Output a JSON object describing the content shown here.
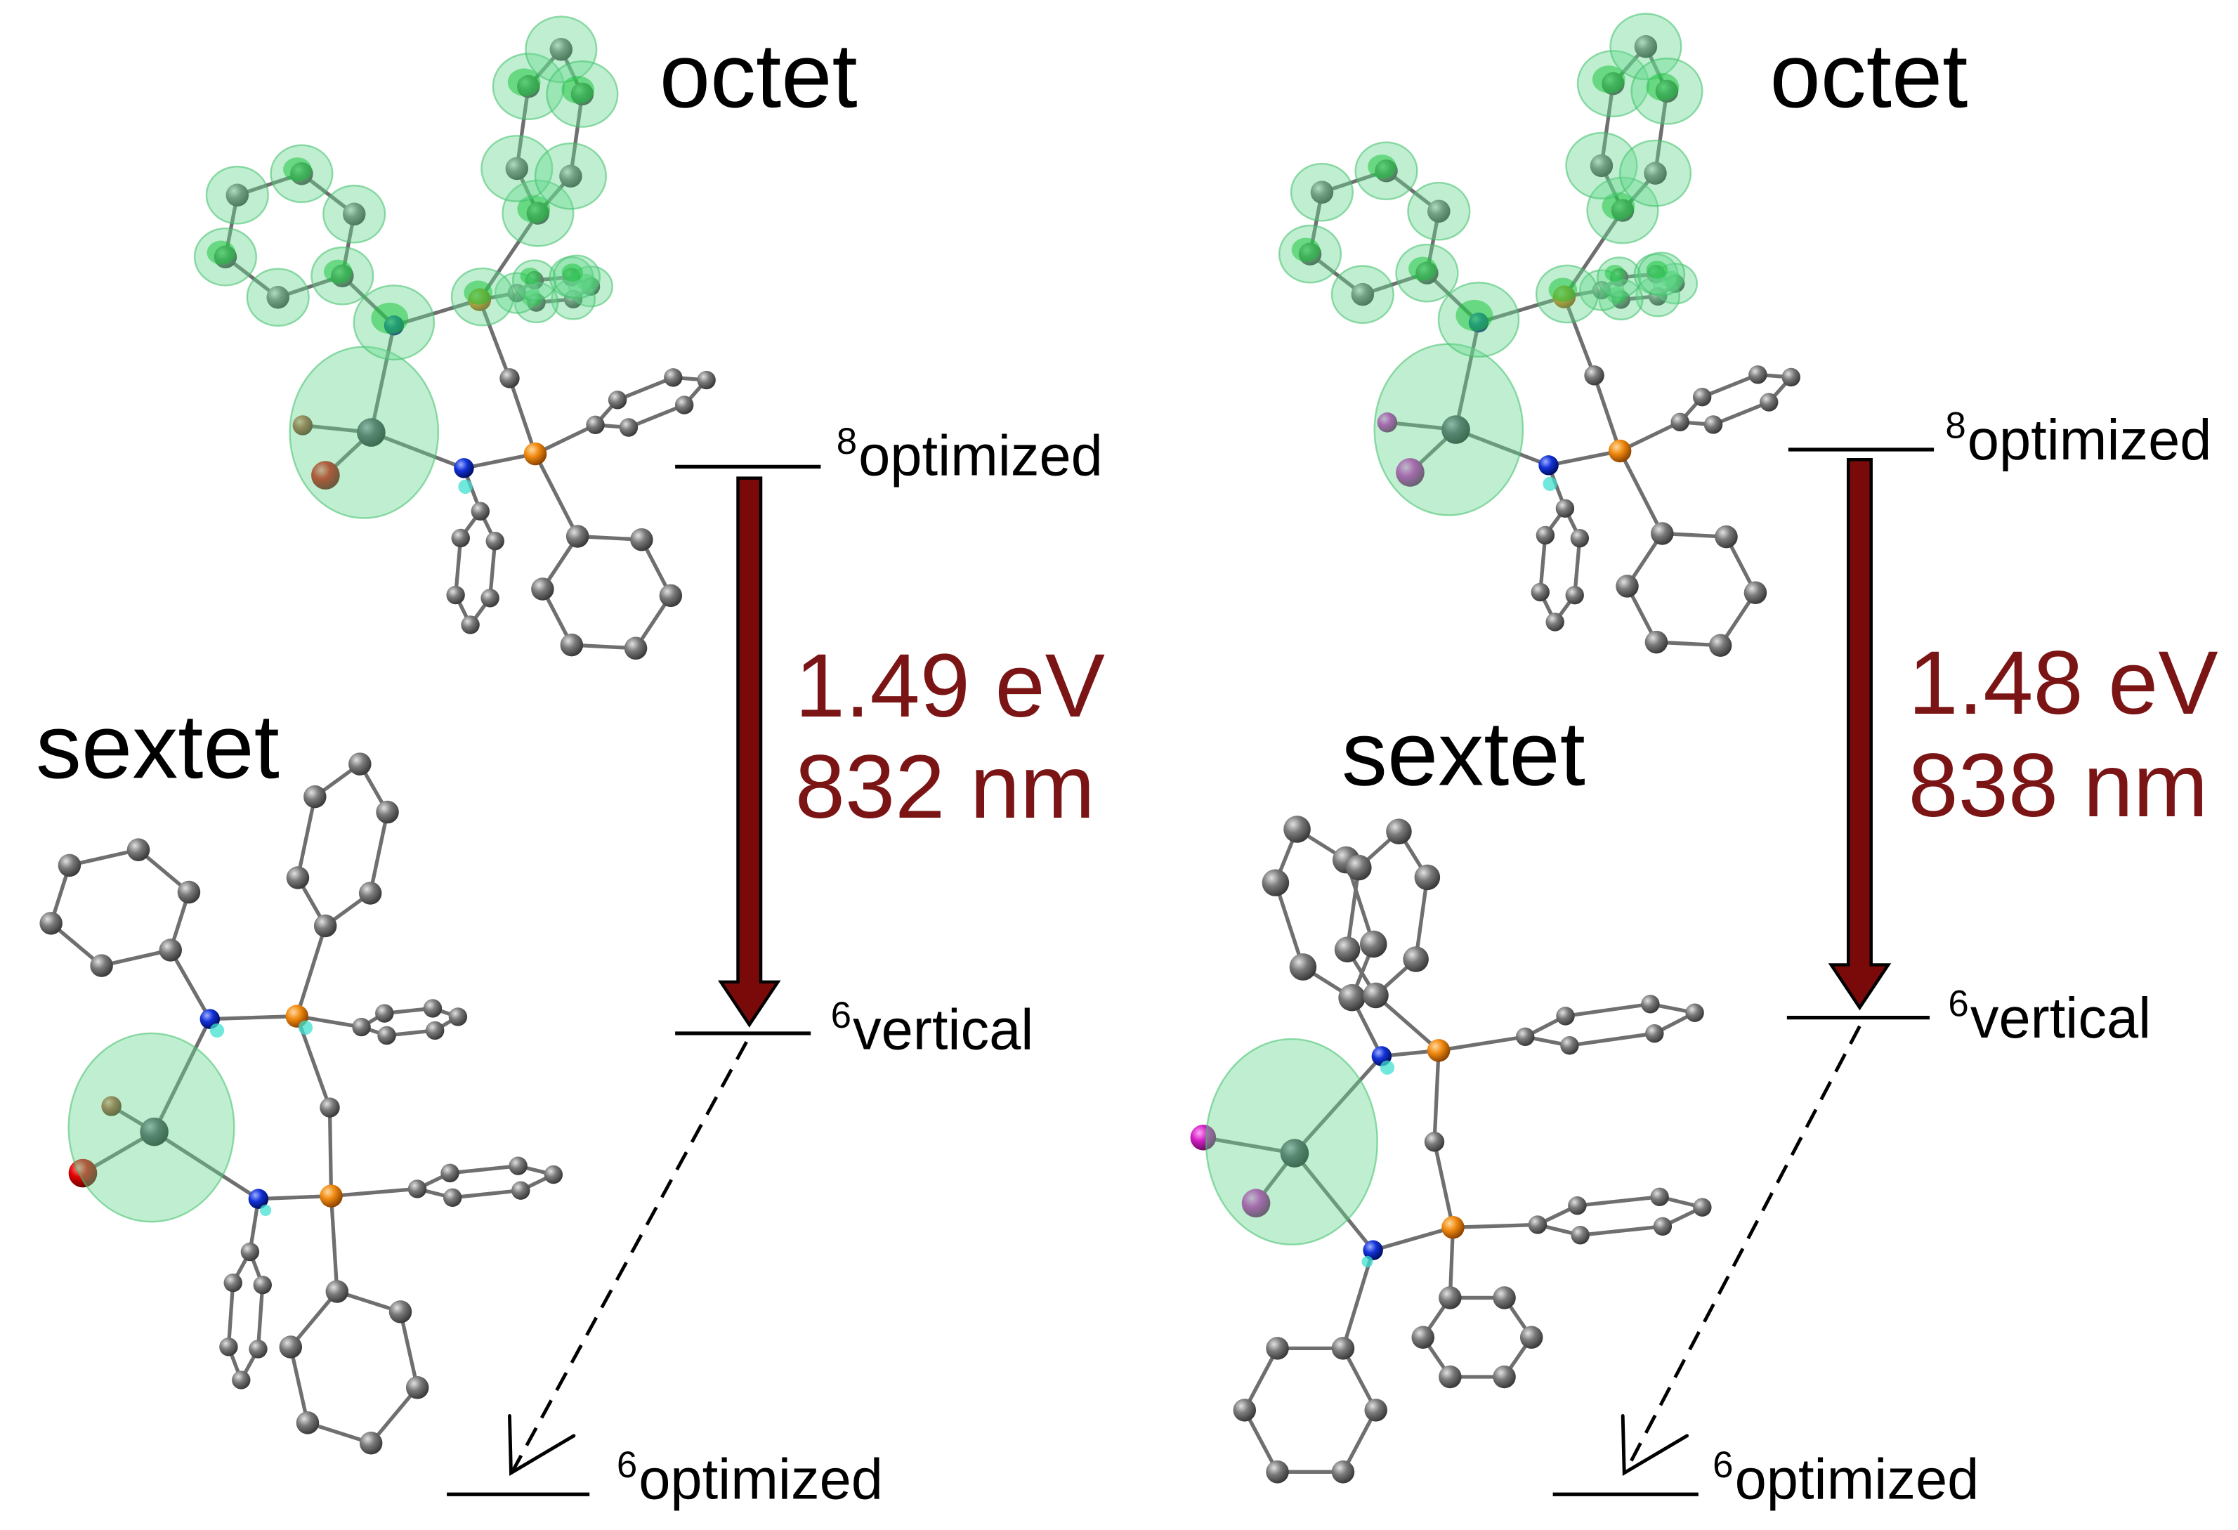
{
  "figure": {
    "panels": [
      {
        "top_state": "octet",
        "bottom_state": "sextet",
        "level_top": {
          "sup": "8",
          "label": "optimized"
        },
        "level_vertical": {
          "sup": "6",
          "label": "vertical"
        },
        "level_bottom": {
          "sup": "6",
          "label": "optimized"
        },
        "energy_gap": "1.49 eV",
        "wavelength": "832 nm"
      },
      {
        "top_state": "octet",
        "bottom_state": "sextet",
        "level_top": {
          "sup": "8",
          "label": "optimized"
        },
        "level_vertical": {
          "sup": "6",
          "label": "vertical"
        },
        "level_bottom": {
          "sup": "6",
          "label": "optimized"
        },
        "energy_gap": "1.48 eV",
        "wavelength": "838 nm"
      }
    ]
  },
  "colors": {
    "energy_text": "#7b1414",
    "gap_arrow": "#7a0a0a",
    "spin_density": "#66d98f",
    "spin_density_edge": "#3fbf6a",
    "spin_density_core": "#14c236",
    "spin_density_trace": "#40e0d0",
    "atom_gray": "#7a7a7a",
    "atom_blue": "#1232d8",
    "atom_orange": "#f08a10",
    "atom_red": "#e00000",
    "atom_brown": "#b0553a",
    "atom_magenta": "#d21ec4",
    "atom_dark": "#4e4e5c"
  }
}
